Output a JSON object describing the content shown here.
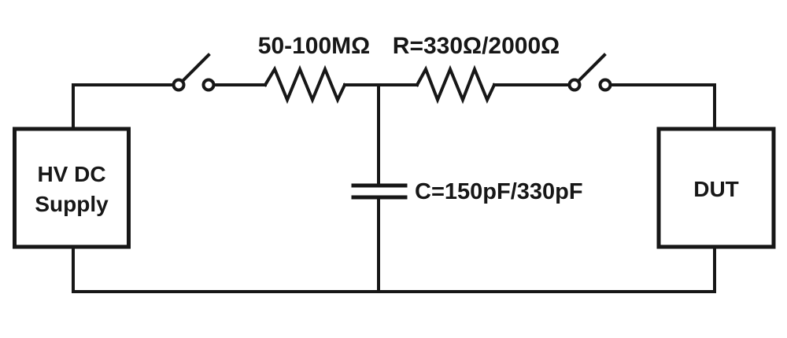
{
  "colors": {
    "line": "#171717",
    "background": "#ffffff"
  },
  "supply": {
    "label_line1": "HV DC",
    "label_line2": "Supply"
  },
  "dut": {
    "label": "DUT"
  },
  "components": {
    "series_resistor": {
      "label": "50-100MΩ"
    },
    "load_resistor": {
      "label": "R=330Ω/2000Ω"
    },
    "capacitor": {
      "label": "C=150pF/330pF"
    }
  }
}
